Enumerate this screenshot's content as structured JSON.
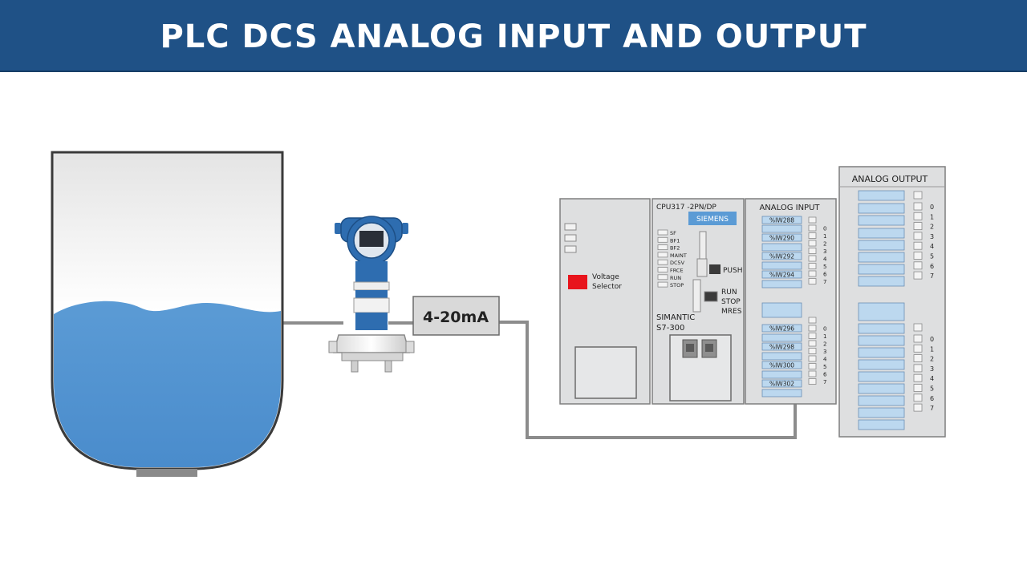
{
  "title": "PLC DCS ANALOG INPUT AND OUTPUT",
  "signal_label": "4-20mA",
  "power_module": {
    "selector_label_1": "Voltage",
    "selector_label_2": "Selector"
  },
  "cpu": {
    "model": "CPU317 -2PN/DP",
    "brand": "SIEMENS",
    "status_leds": [
      "SF",
      "BF1",
      "BF2",
      "MAINT",
      "DC5V",
      "FRCE",
      "RUN",
      "STOP"
    ],
    "push_label": "PUSH",
    "mode_labels": [
      "RUN",
      "STOP",
      "MRES"
    ],
    "family_1": "SIMANTIC",
    "family_2": "S7-300"
  },
  "analog_input": {
    "title": "ANALOG INPUT",
    "addresses": [
      "%IW288",
      "%IW290",
      "%IW292",
      "%IW294",
      "%IW296",
      "%IW298",
      "%IW300",
      "%IW302"
    ],
    "channels": [
      "0",
      "1",
      "2",
      "3",
      "4",
      "5",
      "6",
      "7"
    ]
  },
  "analog_output": {
    "title": "ANALOG OUTPUT",
    "channels": [
      "0",
      "1",
      "2",
      "3",
      "4",
      "5",
      "6",
      "7"
    ]
  },
  "colors": {
    "header": "#1f5186",
    "liquid": "#5b9bd5",
    "transmitter_blue": "#2e6db0",
    "selector": "#e8141c",
    "module_bg": "#dedfe0",
    "slot": "#bcd8ef",
    "brand_badge": "#5b9bd5",
    "wire": "#8c8c8c"
  }
}
